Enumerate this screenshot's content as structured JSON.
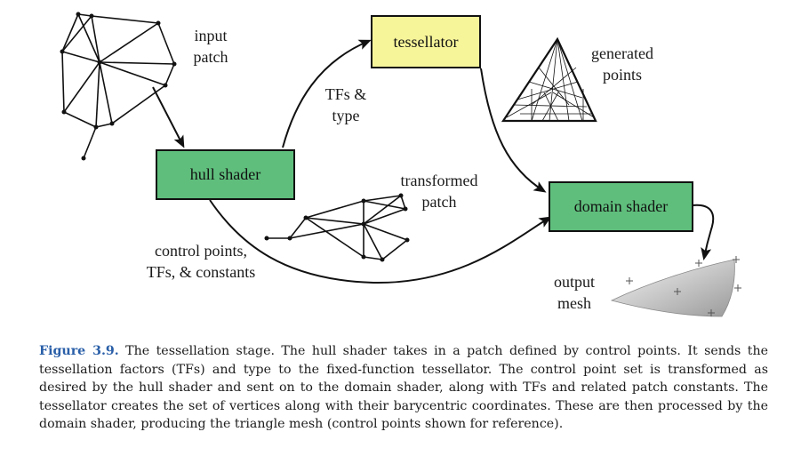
{
  "labels": {
    "input_patch_1": "input",
    "input_patch_2": "patch",
    "tfs_type_1": "TFs &",
    "tfs_type_2": "type",
    "generated_points_1": "generated",
    "generated_points_2": "points",
    "transformed_patch_1": "transformed",
    "transformed_patch_2": "patch",
    "control_points_1": "control points,",
    "control_points_2": "TFs, & constants",
    "output_mesh_1": "output",
    "output_mesh_2": "mesh"
  },
  "boxes": {
    "tessellator": "tessellator",
    "hull_shader": "hull shader",
    "domain_shader": "domain shader"
  },
  "colors": {
    "tessellator_fill": "#f7f59a",
    "shader_fill": "#5fbe7c",
    "caption_label": "#2a5fa8"
  },
  "caption": {
    "label": "Figure 3.9.",
    "text": "The tessellation stage. The hull shader takes in a patch defined by control points. It sends the tessellation factors (TFs) and type to the fixed-function tessellator. The control point set is transformed as desired by the hull shader and sent on to the domain shader, along with TFs and related patch constants. The tessellator creates the set of vertices along with their barycentric coordinates. These are then processed by the domain shader, producing the triangle mesh (control points shown for reference)."
  }
}
